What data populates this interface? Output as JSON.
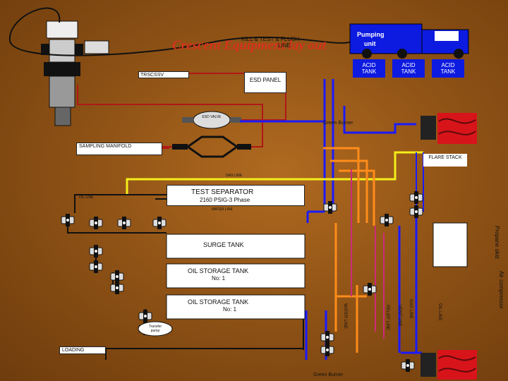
{
  "title": "Crescent Equipment lay out",
  "labels": {
    "kill_line": "KILL & TEST & FLUSH",
    "kill_line2": "LINE",
    "pumping_unit": "Pumping",
    "pumping_unit2": "unit",
    "acid_tank_1": "ACID TANK",
    "acid_tank_2": "ACID TANK",
    "acid_tank_3": "ACID TANK",
    "trscssv": "TRSCSSV",
    "esd_panel": "ESD PANEL",
    "esd_valve": "ESD VALVE",
    "green_burner_top": "Green Burner",
    "sampling_manifold": "SAMPLING MANIFOLD",
    "flare_stack": "FLARE STACK",
    "gas_line": "GAS LINE",
    "oil_line_left": "OIL LINE",
    "test_separator": "TEST SEPARATOR",
    "test_separator_spec": "2160 PSIG-3 Phase",
    "water_line_top": "WATER LINE",
    "surge_tank": "SURGE TANK",
    "oil_storage_1": "OIL STORAGE TANK",
    "oil_storage_1_no": "No: 1",
    "oil_storage_2": "OIL STORAGE TANK",
    "oil_storage_2_no": "No: 1",
    "transfer_pump": "Transfer pump",
    "loading": "LOADING",
    "green_burner_bottom": "Green Burner",
    "water_line_v": "WATER LINE",
    "relief_line": "RELIEF LINE",
    "vent_line": "VENT LINE",
    "gas_line_v": "GAS LINE",
    "oil_line_v": "OIL LINE",
    "propane_skid": "Propane skid",
    "air_compressor": "Air compressor"
  },
  "colors": {
    "background": "#8a4f14",
    "title": "#d7321c",
    "gas_line": "#f4ef1a",
    "oil_line": "#111111",
    "flow_line": "#1a1aff",
    "water_line": "#ff8c1a",
    "relief_line": "#cc2b7a",
    "pumping_unit": "#0d1ae0",
    "esd_line": "#b01818",
    "burner_flame": "#d8141b"
  },
  "icons": {
    "wellhead": "wellhead-icon",
    "truck": "pumping-truck-icon",
    "valve": "valve-icon",
    "burner": "burner-flame-icon"
  }
}
